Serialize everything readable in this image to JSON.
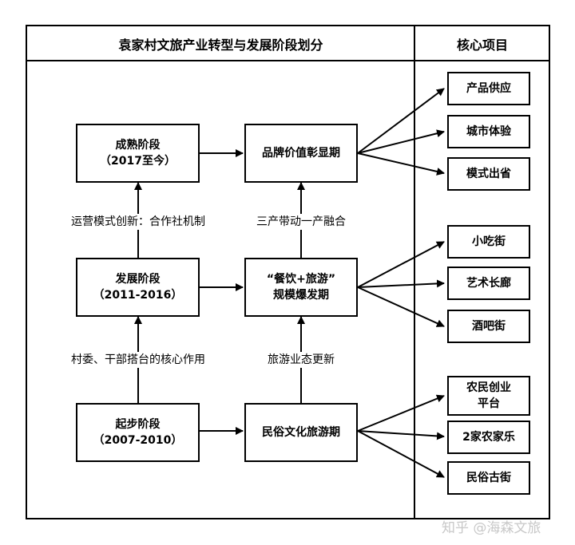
{
  "header": {
    "title": "袁家村文旅产业转型与发展阶段划分",
    "core_title": "核心项目"
  },
  "stages": [
    {
      "name": "成熟阶段",
      "period": "（2017至今）"
    },
    {
      "name": "发展阶段",
      "period": "（2011-2016）"
    },
    {
      "name": "起步阶段",
      "period": "（2007-2010）"
    }
  ],
  "phases": [
    {
      "label": "品牌价值彰显期"
    },
    {
      "label": "“餐饮+旅游”\n规模爆发期"
    },
    {
      "label": "民俗文化旅游期"
    }
  ],
  "left_transitions": [
    "运营模式创新：合作社机制",
    "村委、干部搭台的核心作用"
  ],
  "middle_transitions": [
    "三产带动一产融合",
    "旅游业态更新"
  ],
  "projects": [
    [
      "产品供应",
      "城市体验",
      "模式出省"
    ],
    [
      "小吃街",
      "艺术长廊",
      "酒吧街"
    ],
    [
      "农民创业\n平台",
      "2家农家乐",
      "民俗古街"
    ]
  ],
  "watermark": "知乎 @海森文旅"
}
